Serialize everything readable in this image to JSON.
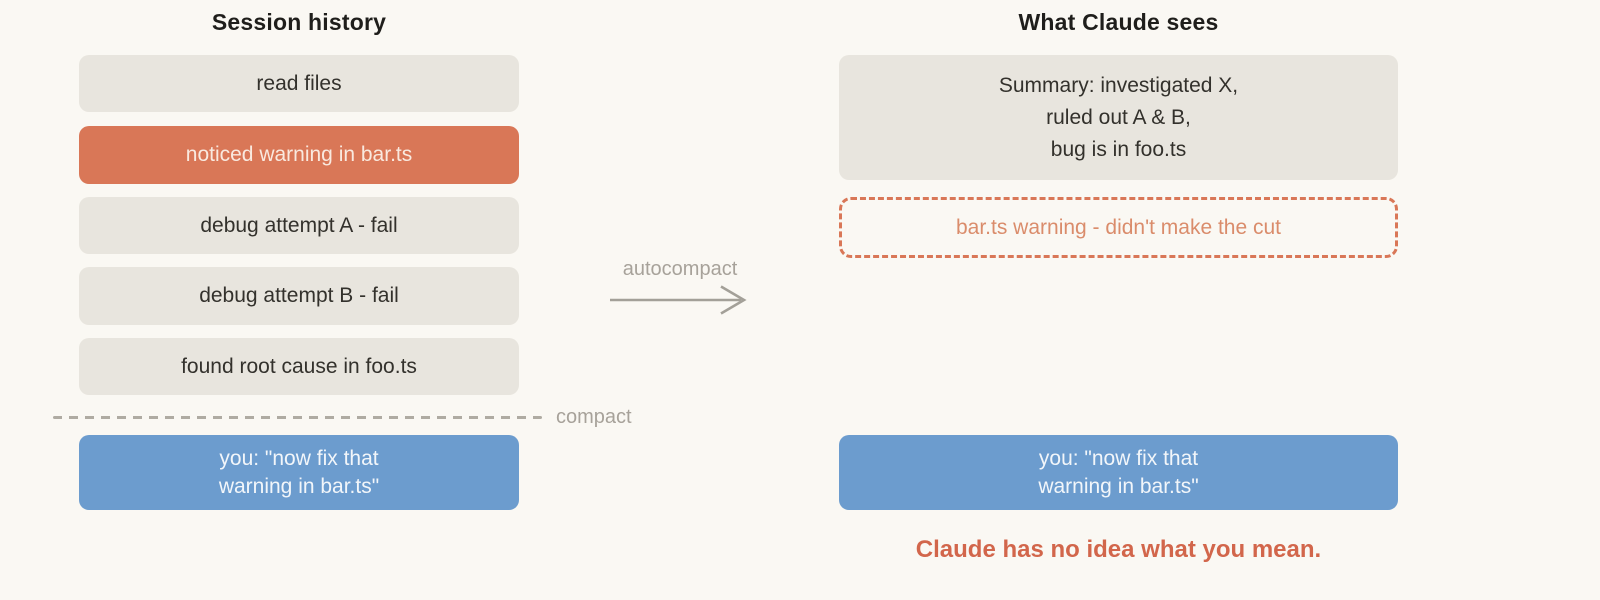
{
  "left": {
    "title": "Session history",
    "boxes": [
      {
        "label": "read files"
      },
      {
        "label": "noticed warning in bar.ts"
      },
      {
        "label": "debug attempt A - fail"
      },
      {
        "label": "debug attempt B - fail"
      },
      {
        "label": "found root cause in foo.ts"
      }
    ],
    "compact_label": "compact",
    "user_box": {
      "line1": "you: \"now fix that",
      "line2": "warning in bar.ts\""
    }
  },
  "middle": {
    "autocompact_label": "autocompact"
  },
  "right": {
    "title": "What Claude sees",
    "summary_box": {
      "line1": "Summary: investigated X,",
      "line2": "ruled out A & B,",
      "line3": "bug is in foo.ts"
    },
    "cut_box": {
      "label": "bar.ts warning - didn't make the cut"
    },
    "user_box": {
      "line1": "you: \"now fix that",
      "line2": "warning in bar.ts\""
    },
    "caption": "Claude has no idea what you mean."
  },
  "colors": {
    "background": "#FAF8F3",
    "neutral_box": "#E8E5DE",
    "highlight_orange": "#D97757",
    "user_blue": "#6C9CCE",
    "gray_label": "#A7A29A",
    "caption_orange": "#D2664B"
  }
}
